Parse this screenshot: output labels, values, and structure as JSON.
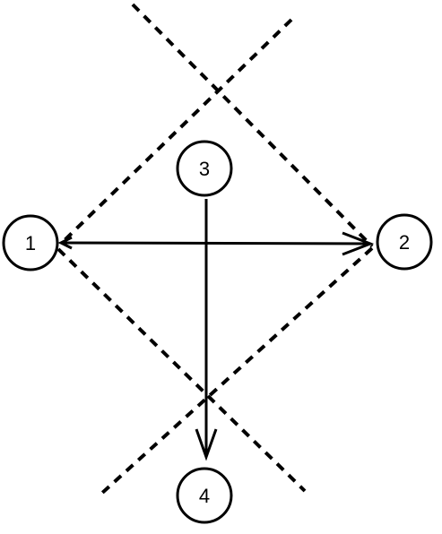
{
  "nodes": [
    {
      "id": "1",
      "label": "1"
    },
    {
      "id": "2",
      "label": "2"
    },
    {
      "id": "3",
      "label": "3"
    },
    {
      "id": "4",
      "label": "4"
    }
  ],
  "edges": [
    {
      "from": "1",
      "to": "2",
      "directed": true
    },
    {
      "from": "3",
      "to": "4",
      "directed": true
    }
  ],
  "dashed_lines": 4,
  "colors": {
    "stroke": "#000000",
    "node_fill": "#ffffff",
    "background": "#ffffff"
  }
}
